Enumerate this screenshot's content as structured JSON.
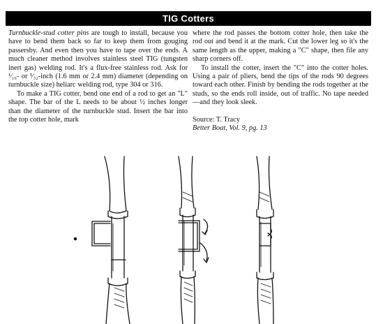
{
  "header": {
    "title": "TIG Cotters"
  },
  "article": {
    "left": {
      "p1_lead": "Turnbuckle-stud cotter pins",
      "p1_rest": " are tough to install, because you have to bend them back so far to keep them from gouging passersby. And even then you have to tape over the ends. A much cleaner method involves stainless steel TIG (tungsten inert gas) welding rod. It's a flux-free stainless rod. Ask for ¹⁄₁₆- or ³⁄₃₂-inch (1.6 mm or 2.4 mm) diameter (depending on turnbuckle size) heliarc welding rod, type 304 or 316.",
      "p2": "To make a TIG cotter, bend one end of a rod to get an \"L\" shape. The bar of the L needs to be about ½ inches longer than the diameter of the turnbuckle stud. Insert the bar into the top cotter hole, mark"
    },
    "right": {
      "p1": "where the rod passes the bottom cotter hole, then take the rod out and bend it at the mark. Cut the lower leg so it's the same length as the upper, making a \"C\" shape, then file any sharp corners off.",
      "p2": "To install the cotter, insert the \"C\" into the cotter holes. Using a pair of pliers, bend the tips of the rods 90 degrees toward each other. Finish by bending the rods together at the studs, so the ends roll inside, out of traffic. No tape needed—and they look sleek.",
      "source": "Source: T. Tracy",
      "publication": "Better Boat, Vol. 9, pg. 13"
    }
  }
}
